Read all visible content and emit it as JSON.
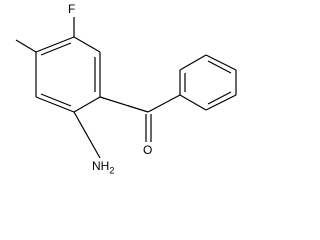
{
  "molecule": {
    "atoms": {
      "fluorine": "F",
      "oxygen": "O",
      "amine": "NH2"
    },
    "colors": {
      "bond": "#000000",
      "label": "#000000",
      "background": "#ffffff"
    }
  }
}
